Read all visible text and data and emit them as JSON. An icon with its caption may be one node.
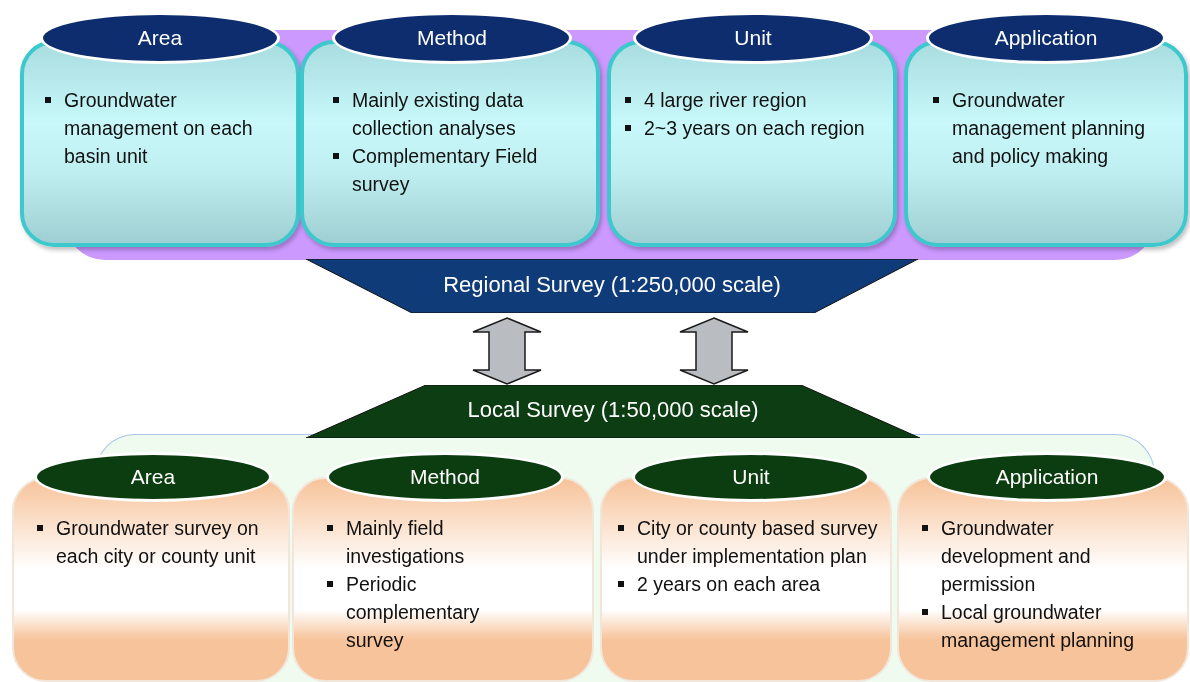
{
  "diagram": {
    "nodes": [
      {
        "text": [
          "Area",
          "Groundwater management on each basin unit"
        ]
      },
      {
        "text": [
          "Method",
          "Mainly existing data collection analyses",
          "Complementary Field survey"
        ]
      },
      {
        "text": [
          "Unit",
          "4 large river region",
          "2~3 years on each region"
        ]
      },
      {
        "text": [
          "Application",
          "Groundwater management planning and policy making"
        ]
      },
      {
        "text": [
          "Regional Survey (1:250,000 scale)"
        ]
      },
      {
        "text": [
          "Local Survey (1:50,000 scale)"
        ]
      },
      {
        "text": [
          "Area",
          "Groundwater survey on each city or county unit"
        ]
      },
      {
        "text": [
          "Method",
          "Mainly field investigations",
          "Periodic complementary survey"
        ]
      },
      {
        "text": [
          "Unit",
          "City or county based survey under implementation plan",
          "2 years on each area"
        ]
      },
      {
        "text": [
          "Application",
          "Groundwater development and permission",
          "Local groundwater management planning"
        ]
      }
    ],
    "edges": [
      {
        "from": 4,
        "to": 5,
        "arrow": "both",
        "style": "thick"
      },
      {
        "from": 4,
        "to": 5,
        "arrow": "both",
        "style": "thick"
      }
    ]
  }
}
